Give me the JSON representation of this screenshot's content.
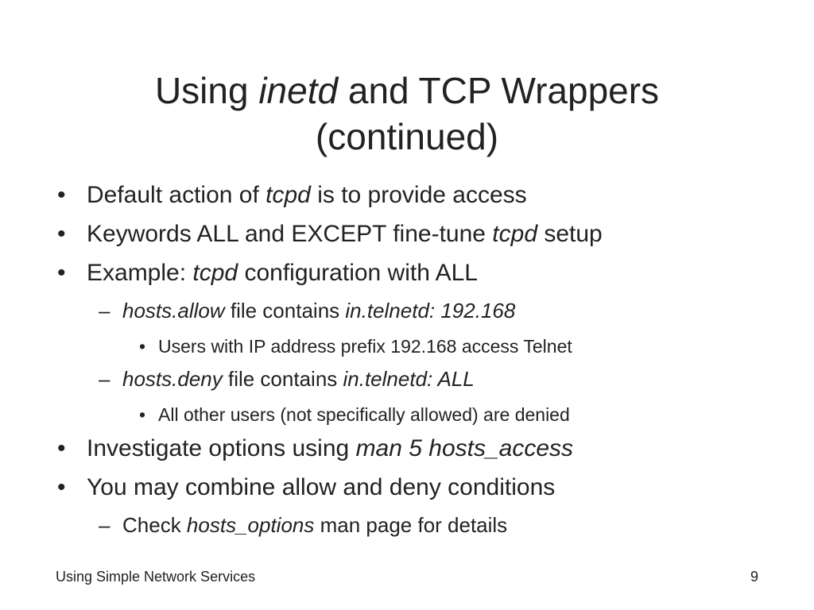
{
  "title": {
    "line1_pre": "Using ",
    "line1_em": "inetd",
    "line1_post": " and TCP Wrappers",
    "line2": "(continued)"
  },
  "markers": {
    "level1": "•",
    "level2": "–",
    "level3": "•"
  },
  "bullets": [
    {
      "pre": "Default action of ",
      "em": "tcpd",
      "post": " is to provide access"
    },
    {
      "pre": "Keywords ALL and EXCEPT fine-tune ",
      "em": "tcpd",
      "post": " setup"
    },
    {
      "pre": "Example: ",
      "em": "tcpd",
      "post": " configuration with ALL"
    },
    {
      "em1": "hosts.allow",
      "mid": " file contains ",
      "em2": "in.telnetd: 192.168"
    },
    {
      "text": "Users with IP address prefix 192.168 access Telnet"
    },
    {
      "em1": "hosts.deny",
      "mid": " file contains ",
      "em2": "in.telnetd: ALL"
    },
    {
      "text": "All other users (not specifically allowed) are denied"
    },
    {
      "pre": "Investigate options using ",
      "em": "man 5 hosts_access"
    },
    {
      "text": "You may combine allow and deny conditions"
    },
    {
      "pre": "Check ",
      "em": "hosts_options",
      "post": " man page for details"
    }
  ],
  "footer": {
    "left": "Using Simple Network Services",
    "page_number": "9"
  }
}
